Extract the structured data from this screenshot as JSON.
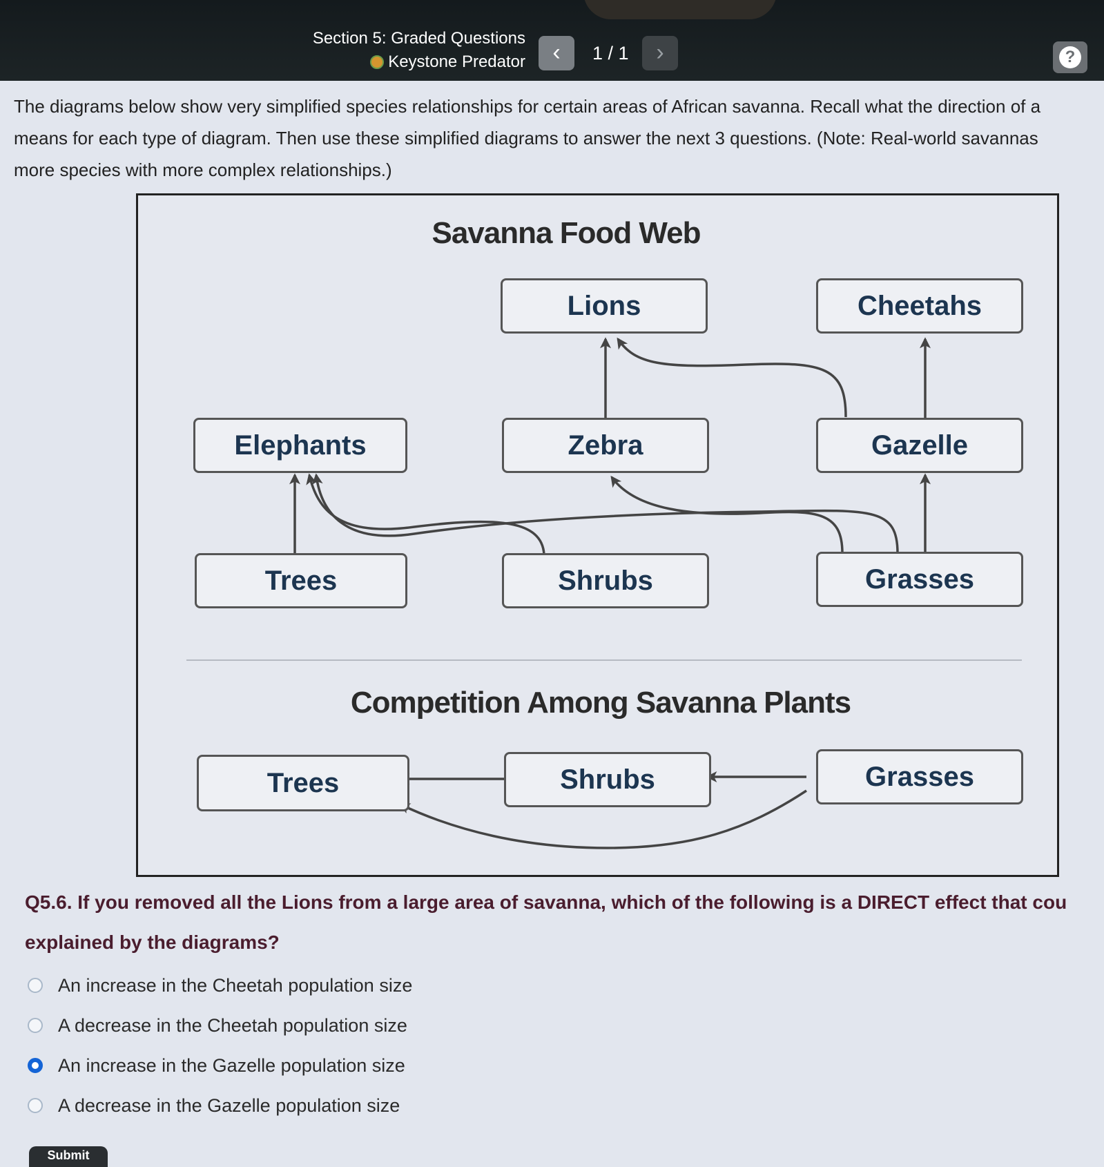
{
  "header": {
    "section_title": "Section 5: Graded Questions",
    "section_subtitle": "Keystone Predator",
    "prev_icon": "chevron-left-icon",
    "prev_glyph": "‹",
    "next_icon": "chevron-right-icon",
    "next_glyph": "›",
    "page_indicator": "1 / 1",
    "help_icon": "question-mark-icon",
    "help_glyph": "?"
  },
  "intro": {
    "line1": "The diagrams below show very simplified species relationships for certain areas of African savanna. Recall what the direction of a",
    "line2": "means for each type of diagram. Then use these simplified diagrams to answer the next 3 questions. (Note: Real-world savannas",
    "line3": "more species with more complex relationships.)"
  },
  "diagram": {
    "food_web": {
      "title": "Savanna Food Web",
      "nodes": {
        "lions": "Lions",
        "cheetahs": "Cheetahs",
        "elephants": "Elephants",
        "zebra": "Zebra",
        "gazelle": "Gazelle",
        "trees": "Trees",
        "shrubs": "Shrubs",
        "grasses": "Grasses"
      },
      "arrows": [
        [
          "Zebra",
          "Lions"
        ],
        [
          "Gazelle",
          "Lions"
        ],
        [
          "Gazelle",
          "Cheetahs"
        ],
        [
          "Trees",
          "Elephants"
        ],
        [
          "Shrubs",
          "Elephants"
        ],
        [
          "Grasses",
          "Elephants"
        ],
        [
          "Grasses",
          "Zebra"
        ],
        [
          "Grasses",
          "Gazelle"
        ]
      ]
    },
    "competition": {
      "title": "Competition Among Savanna Plants",
      "nodes": {
        "trees": "Trees",
        "shrubs": "Shrubs",
        "grasses": "Grasses"
      },
      "arrows": [
        [
          "Shrubs",
          "Trees"
        ],
        [
          "Grasses",
          "Shrubs"
        ],
        [
          "Grasses",
          "Trees"
        ]
      ]
    }
  },
  "question": {
    "line1": "Q5.6. If you removed all the Lions from a large area of savanna, which of the following is a DIRECT effect that cou",
    "line2": "explained by the diagrams?",
    "options": [
      {
        "label": "An increase in the Cheetah population size",
        "selected": false
      },
      {
        "label": "A decrease in the Cheetah population size",
        "selected": false
      },
      {
        "label": "An increase in the Gazelle population size",
        "selected": true
      },
      {
        "label": "A decrease in the Gazelle population size",
        "selected": false
      }
    ]
  },
  "submit": {
    "label": "Submit"
  },
  "colors": {
    "selected_radio": "#1464d6",
    "question_text": "#4a1d2e",
    "node_text": "#1c3550"
  }
}
